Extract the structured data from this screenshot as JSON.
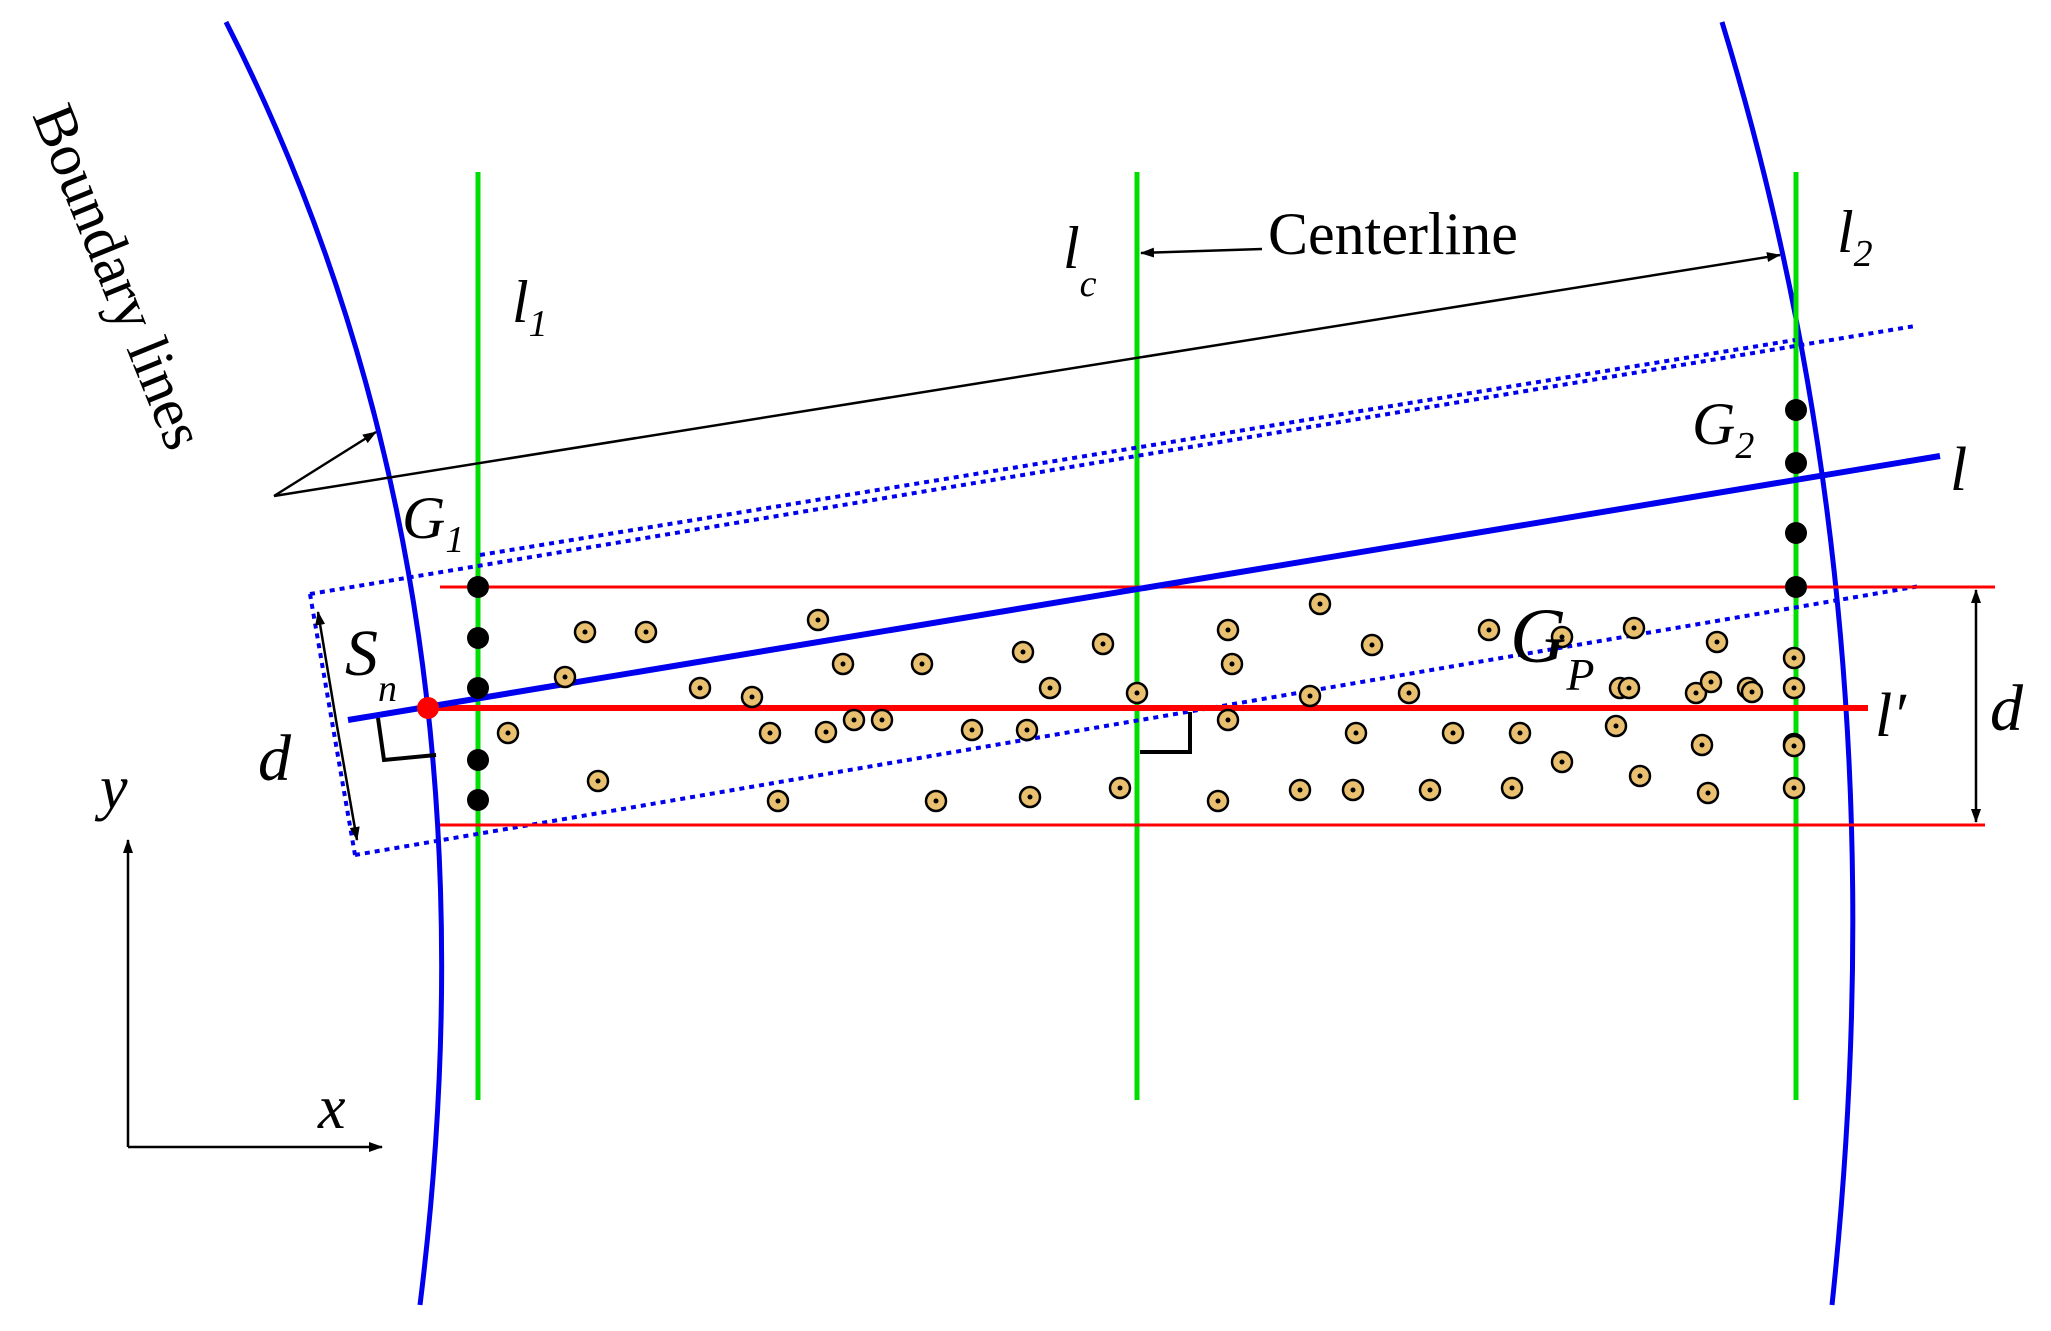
{
  "labels": {
    "boundary_lines": "Boundary lines",
    "centerline": "Centerline",
    "l1_base": "l",
    "l1_sub": "1",
    "lc_base": "l",
    "lc_sub": "c",
    "l2_base": "l",
    "l2_sub": "2",
    "g1_base": "G",
    "g1_sub": "1",
    "g2_base": "G",
    "g2_sub": "2",
    "gp_base": "G",
    "gp_sub": "P",
    "sn_base": "S",
    "sn_sub": "n",
    "l_label": "l",
    "lprime_label": "l′",
    "d_left": "d",
    "d_right": "d",
    "axis_y": "y",
    "axis_x": "x"
  },
  "colors": {
    "boundary": "#0000ee",
    "guide_green": "#00dd00",
    "red_line": "#ff0000",
    "point_fill": "#e8c070",
    "black": "#000000"
  },
  "icons": {
    "scatter_point": "circle-with-dot",
    "grid_point": "filled-black-circle",
    "seed_point": "filled-red-circle"
  }
}
